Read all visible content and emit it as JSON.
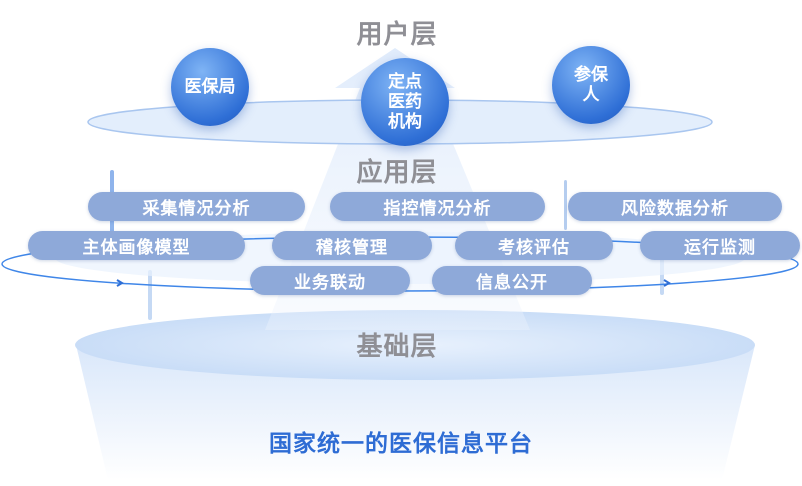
{
  "layers": {
    "user": "用户层",
    "application": "应用层",
    "foundation": "基础层"
  },
  "user_nodes": [
    "医保局",
    "定点医药机构",
    "参保人"
  ],
  "application_items": {
    "row1": [
      "采集情况分析",
      "指控情况分析",
      "风险数据分析"
    ],
    "row2": [
      "主体画像模型",
      "稽核管理",
      "考核评估",
      "运行监测"
    ],
    "row3": [
      "业务联动",
      "信息公开"
    ]
  },
  "platform": "国家统一的医保信息平台",
  "colors": {
    "accent": "#2e6cd4",
    "pill": "#8ea9d9",
    "title": "#8f8f95"
  }
}
